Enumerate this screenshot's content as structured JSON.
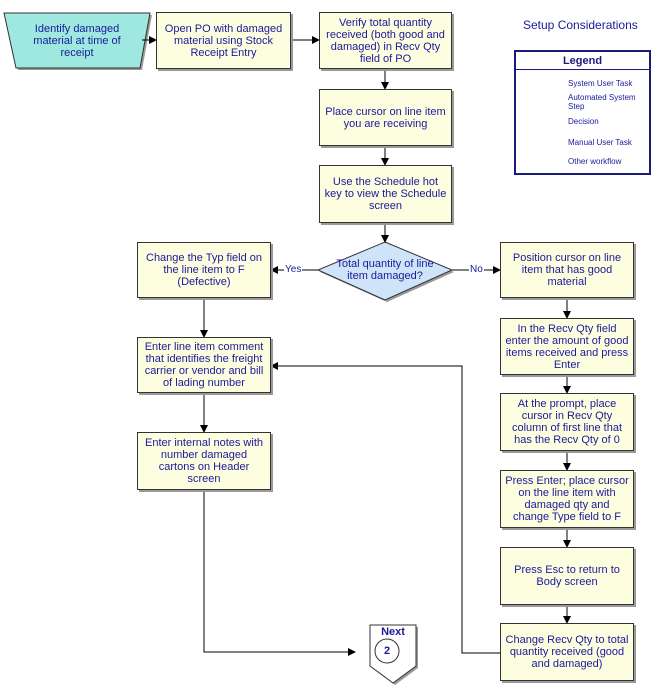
{
  "title": "Setup Considerations",
  "steps": {
    "identify": "Identify damaged material at time of receipt",
    "open_po": "Open PO with damaged material using Stock Receipt Entry",
    "verify": "Verify total quantity received (both good and damaged) in Recv Qty field of PO",
    "place_cursor": "Place cursor on line item you are receiving",
    "schedule": "Use the Schedule hot key to view the Schedule screen",
    "decision": "Total quantity of line item damaged?",
    "change_typ": "Change the Typ field on the line item to F (Defective)",
    "enter_comment": "Enter line item comment that identifies the freight carrier or vendor and bill of lading number",
    "enter_notes": "Enter internal notes with number damaged cartons on Header screen",
    "position_cursor": "Position cursor on line item that has good material",
    "recv_qty_field": "In the Recv Qty field enter the amount of good items received and press Enter",
    "at_prompt": "At the prompt, place cursor in Recv Qty column of first line that has the Recv Qty of 0",
    "press_enter": "Press Enter; place cursor on the line item with damaged qty and change Type field to F",
    "press_esc": "Press Esc to return to Body screen",
    "change_recv": "Change Recv Qty to total quantity received (good and damaged)"
  },
  "branches": {
    "yes": "Yes",
    "no": "No"
  },
  "next": {
    "label": "Next",
    "page": "2"
  },
  "legend": {
    "title": "Legend",
    "items": [
      {
        "label": "System User Task",
        "shape": "rounded-rect",
        "color": "#ffffff"
      },
      {
        "label": "Automated System Step",
        "shape": "rounded-rect",
        "color": "#f5c6d8"
      },
      {
        "label": "Decision",
        "shape": "diamond",
        "color": "#ffffff"
      },
      {
        "label": "Manual User Task",
        "shape": "trapezoid",
        "color": "#ccf2ee"
      },
      {
        "label": "Other workflow",
        "shape": "ellipse",
        "color": "#e6ccec"
      }
    ]
  },
  "colors": {
    "process_fill": "#fdfde0",
    "manual_fill": "#9ee8e0",
    "decision_fill": "#cfe4f9",
    "text": "#1a1a9a",
    "legend_border": "#1a1a7a"
  }
}
